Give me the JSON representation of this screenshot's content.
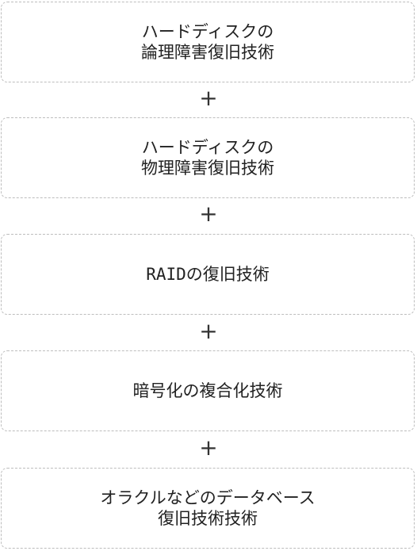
{
  "items": [
    {
      "lines": [
        "ハードディスクの",
        "論理障害復旧技術"
      ]
    },
    {
      "lines": [
        "ハードディスクの",
        "物理障害復旧技術"
      ]
    },
    {
      "lines": [
        "RAIDの復旧技術"
      ]
    },
    {
      "lines": [
        "暗号化の複合化技術"
      ]
    },
    {
      "lines": [
        "オラクルなどのデータベース",
        "復旧技術技術"
      ]
    }
  ],
  "separator": "+"
}
